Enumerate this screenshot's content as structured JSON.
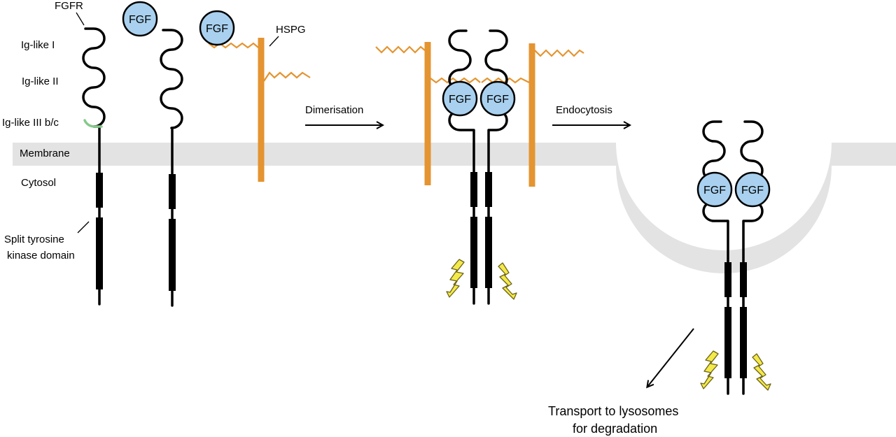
{
  "labels": {
    "fgfr": "FGFR",
    "ig1": "Ig-like I",
    "ig2": "Ig-like II",
    "ig3": "Ig-like III b/c",
    "membrane": "Membrane",
    "cytosol": "Cytosol",
    "kinase_line1": "Split tyrosine",
    "kinase_line2": "kinase domain",
    "hspg": "HSPG",
    "dimerisation": "Dimerisation",
    "endocytosis": "Endocytosis",
    "transport_line1": "Transport to lysosomes",
    "transport_line2": "for degradation",
    "fgf": "FGF"
  },
  "colors": {
    "membrane": "#e3e3e3",
    "hspg": "#e49430",
    "fgf_fill": "#a9d1ef",
    "ig3_segment": "#86c98a",
    "signal_bolt": "#f3e94a"
  }
}
